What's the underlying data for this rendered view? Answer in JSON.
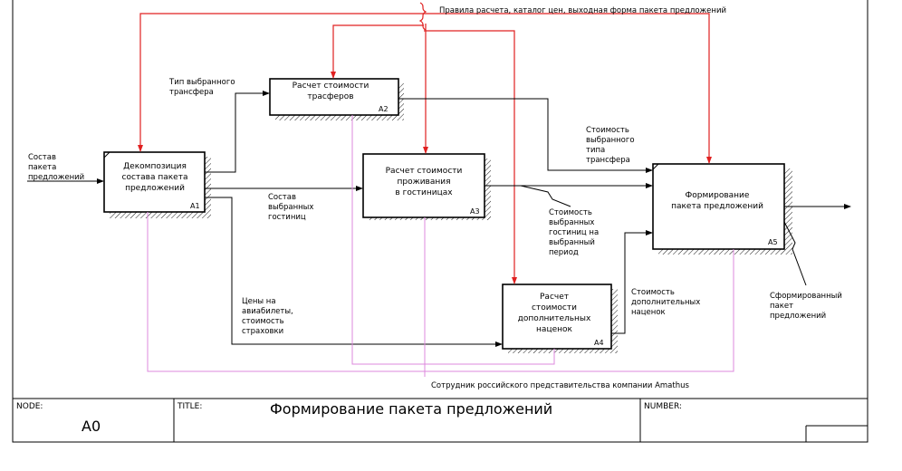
{
  "controls": {
    "top": "Правила расчета, каталог цен, выходная форма пакета предложений"
  },
  "mechanism": "Сотрудник российского представительства компании Amathus",
  "boxes": [
    {
      "id": "A1",
      "lines": [
        "Декомпозиция",
        "состава пакета",
        "предложений"
      ]
    },
    {
      "id": "A2",
      "lines": [
        "Расчет стоимости",
        "трасферов"
      ]
    },
    {
      "id": "A3",
      "lines": [
        "Расчет стоимости",
        "проживания",
        "в гостиницах"
      ]
    },
    {
      "id": "A4",
      "lines": [
        "Расчет",
        "стоимости",
        "дополнительных",
        "наценок"
      ]
    },
    {
      "id": "A5",
      "lines": [
        "Формирование",
        "пакета предложений"
      ]
    }
  ],
  "arrow_labels": {
    "input": [
      "Состав",
      "пакета",
      "предложений"
    ],
    "transfer_type": [
      "Тип выбранного",
      "трансфера"
    ],
    "hotels": [
      "Состав",
      "выбранных",
      "гостиниц"
    ],
    "tickets": [
      "Цены на",
      "авиабилеты,",
      "стоимость",
      "страховки"
    ],
    "transfer_cost": [
      "Стоимость",
      "выбранного",
      "типа",
      "трансфера"
    ],
    "hotel_cost": [
      "Стоимость",
      "выбранных",
      "гостиниц на",
      "выбранный",
      "период"
    ],
    "markup": [
      "Стоимость",
      "дополнительных",
      "наценок"
    ],
    "output": [
      "Сформированный",
      "пакет",
      "предложений"
    ]
  },
  "footer": {
    "node_label": "NODE:",
    "node_value": "A0",
    "title_label": "TITLE:",
    "title_value": "Формирование пакета предложений",
    "number_label": "NUMBER:"
  }
}
